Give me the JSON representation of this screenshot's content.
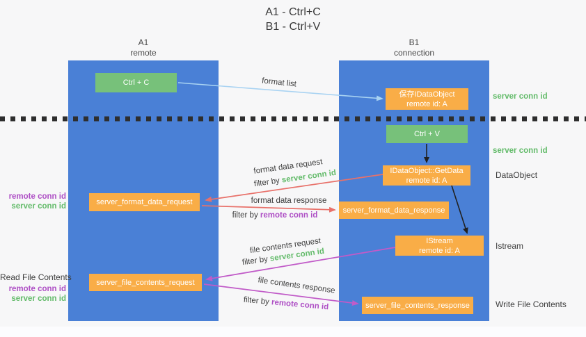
{
  "title": {
    "line1": "A1 - Ctrl+C",
    "line2": "B1 - Ctrl+V"
  },
  "columns": {
    "a": {
      "name": "A1",
      "role": "remote"
    },
    "b": {
      "name": "B1",
      "role": "connection"
    }
  },
  "nodes": {
    "ctrl_c": {
      "label": "Ctrl + C"
    },
    "ctrl_v": {
      "label": "Ctrl + V"
    },
    "save_idataobject": {
      "line1": "保存IDataObject",
      "line2": "remote id: A"
    },
    "getdata": {
      "line1": "IDataObject::GetData",
      "line2": "remote id: A"
    },
    "istream": {
      "line1": "IStream",
      "line2": "remote id: A"
    },
    "server_format_data_request": {
      "label": "server_format_data_request"
    },
    "server_format_data_response": {
      "label": "server_format_data_response"
    },
    "server_file_contents_request": {
      "label": "server_file_contents_request"
    },
    "server_file_contents_response": {
      "label": "server_file_contents_response"
    }
  },
  "arrow_labels": {
    "format_list": "format list",
    "format_data_request": "format data request",
    "format_data_response": "format data response",
    "file_contents_request": "file contents request",
    "file_contents_response": "file contents response",
    "filter_by": "filter by",
    "server_conn_id": "server conn id",
    "remote_conn_id": "remote conn id"
  },
  "side_labels": {
    "server_conn_id_top": "server conn id",
    "server_conn_id_mid": "server conn id",
    "dataobject": "DataObject",
    "istream": "Istream",
    "write_file_contents": "Write File Contents",
    "read_file_contents": "Read File Contents",
    "remote_conn_id_left_1": "remote conn id",
    "server_conn_id_left_1": "server conn id",
    "remote_conn_id_left_2": "remote conn id",
    "server_conn_id_left_2": "server conn id"
  },
  "colors": {
    "background": "#f7f7f8",
    "lane_blue": "#4a80d6",
    "box_green": "#77c17a",
    "box_orange": "#f9ad47",
    "box_text": "#ffffff",
    "arrow_blue": "#a9d3f2",
    "arrow_black": "#212121",
    "arrow_red": "#e8716a",
    "arrow_magenta": "#c15bc8",
    "divider_black": "#2e2e2e",
    "text_green": "#63bb6a",
    "text_purple": "#ae4fc5",
    "text_dark": "#3d3d3d",
    "text_header": "#4a4a4a"
  }
}
